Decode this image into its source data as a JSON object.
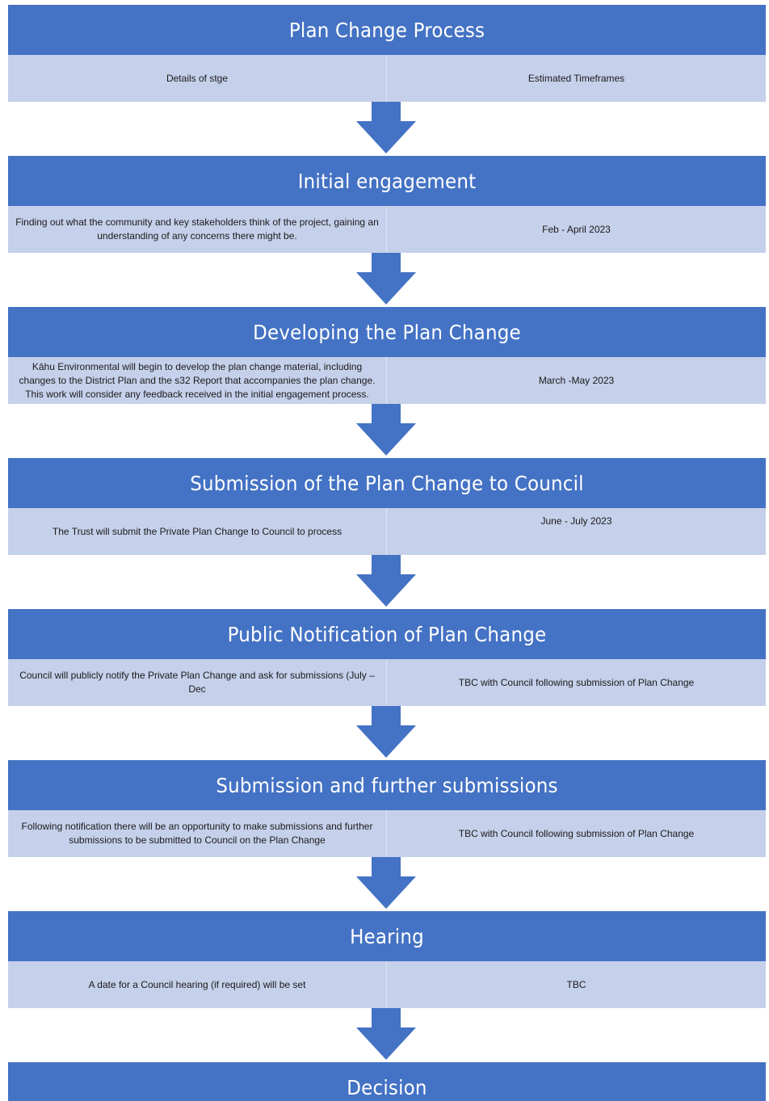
{
  "colors": {
    "header_blue": "#4472c4",
    "row_light": "#c5d0ea",
    "arrow_blue": "#4472c4",
    "text_white": "#ffffff",
    "text_dark": "#1a1a1a"
  },
  "stages": [
    {
      "title": "Plan Change Process",
      "details": "Details of stge",
      "timeframe": "Estimated Timeframes"
    },
    {
      "title": "Initial engagement",
      "details": "Finding out what the community and key stakeholders think of the project, gaining an understanding of any concerns there might be.",
      "timeframe": "Feb - April 2023"
    },
    {
      "title": "Developing the Plan Change",
      "details": "Kāhu Environmental will begin to develop the plan change material, including changes to the District Plan and the s32 Report that accompanies the plan change. This work will consider any feedback received in the initial engagement process.",
      "timeframe": "March -May 2023"
    },
    {
      "title": "Submission of the Plan Change to Council",
      "details": "The Trust will submit the Private Plan Change to Council to process",
      "timeframe": "June - July 2023"
    },
    {
      "title": "Public Notification of Plan Change",
      "details": "Council will publicly notify the Private Plan Change and ask for submissions (July – Dec",
      "timeframe": "TBC with Council following submission of Plan Change"
    },
    {
      "title": "Submission and further submissions",
      "details": "Following notification there will be an opportunity to make submissions and further submissions to be submitted to Council on the Plan Change",
      "timeframe": "TBC with Council following submission of Plan Change"
    },
    {
      "title": "Hearing",
      "details": "A date for a Council hearing (if required) will be set",
      "timeframe": "TBC"
    },
    {
      "title": "Decision"
    }
  ]
}
